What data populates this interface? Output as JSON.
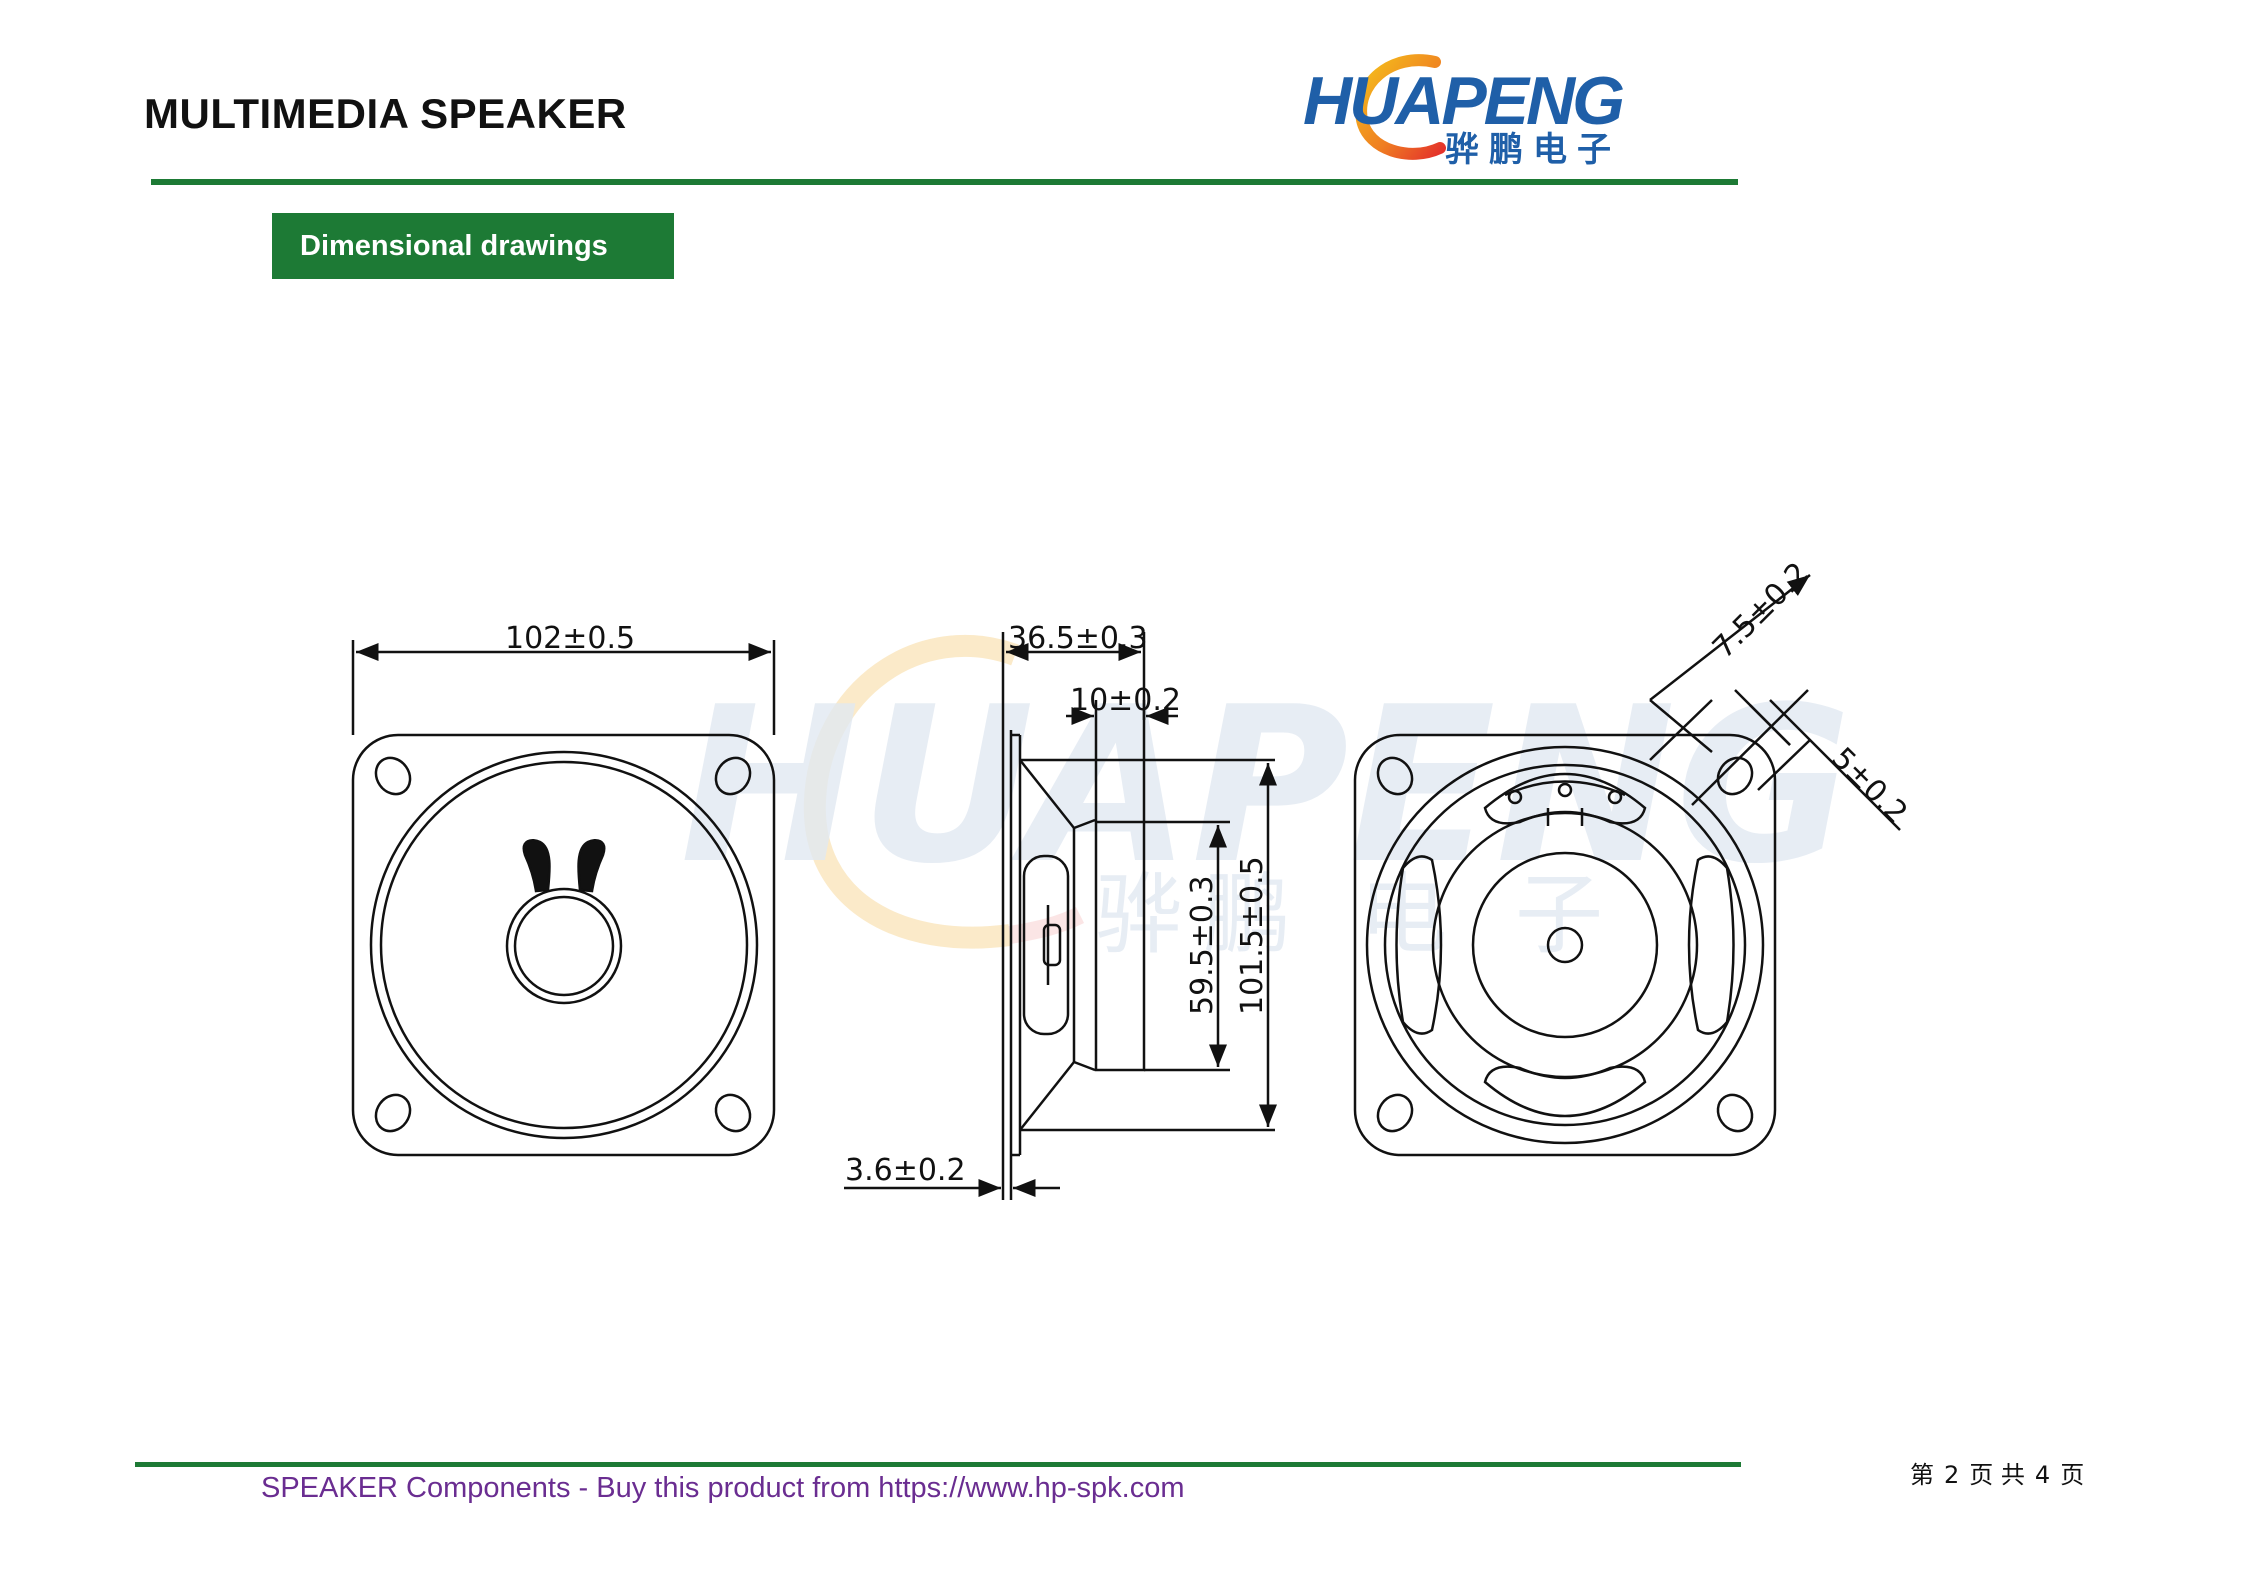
{
  "header": {
    "title": "MULTIMEDIA SPEAKER",
    "logo_text": "HUAPENG",
    "logo_subtext": "骅鹏电子"
  },
  "section": {
    "label": "Dimensional drawings"
  },
  "drawing": {
    "dimensions": {
      "width": "102±0.5",
      "depth": "36.5±0.3",
      "magnet_thickness": "10±0.2",
      "magnet_diameter": "59.5±0.3",
      "frame_height": "101.5±0.5",
      "flange_thickness": "3.6±0.2",
      "hole_spacing": "7.5±0.2",
      "hole_diameter": "5±0.2"
    },
    "watermark_text": "HUAPENG",
    "watermark_subtext": "骅鹏 电 子"
  },
  "footer": {
    "link_text": "SPEAKER Components - Buy this product from https://www.hp-spk.com",
    "page_prefix": "第",
    "page_current": "2",
    "page_mid": "页 共",
    "page_total": "4",
    "page_suffix": "页"
  },
  "colors": {
    "brand_green": "#1d7a35",
    "brand_blue": "#1f5fa8",
    "footer_purple": "#6a2d91"
  }
}
